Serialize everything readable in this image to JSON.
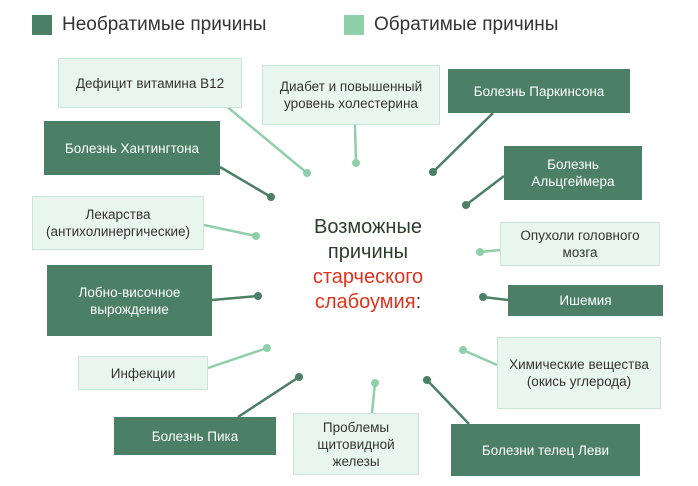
{
  "legend": {
    "irreversible": {
      "label": "Необратимые причины",
      "color": "#4b7f66"
    },
    "reversible": {
      "label": "Обратимые причины",
      "color": "#8fcfaa"
    }
  },
  "center": {
    "line1": "Возможные",
    "line2": "причины",
    "line3": "старческого",
    "line4": "слабоумия",
    "punct": ":"
  },
  "causes": {
    "b12": "Дефицит витамина B12",
    "diabetes": "Диабет и повышенный уровень холестерина",
    "parkinson": "Болезнь Паркинсона",
    "huntington": "Болезнь Хантингтона",
    "alzheimer": "Болезнь Альцгеймера",
    "drugs": "Лекарства (антихолинергические)",
    "tumors": "Опухоли головного мозга",
    "ftd": "Лобно-височное вырождение",
    "ischemia": "Ишемия",
    "infections": "Инфекции",
    "chemicals": "Химические вещества (окись углерода)",
    "pick": "Болезнь Пика",
    "thyroid": "Проблемы щитовидной железы",
    "lewy": "Болезни телец Леви"
  }
}
